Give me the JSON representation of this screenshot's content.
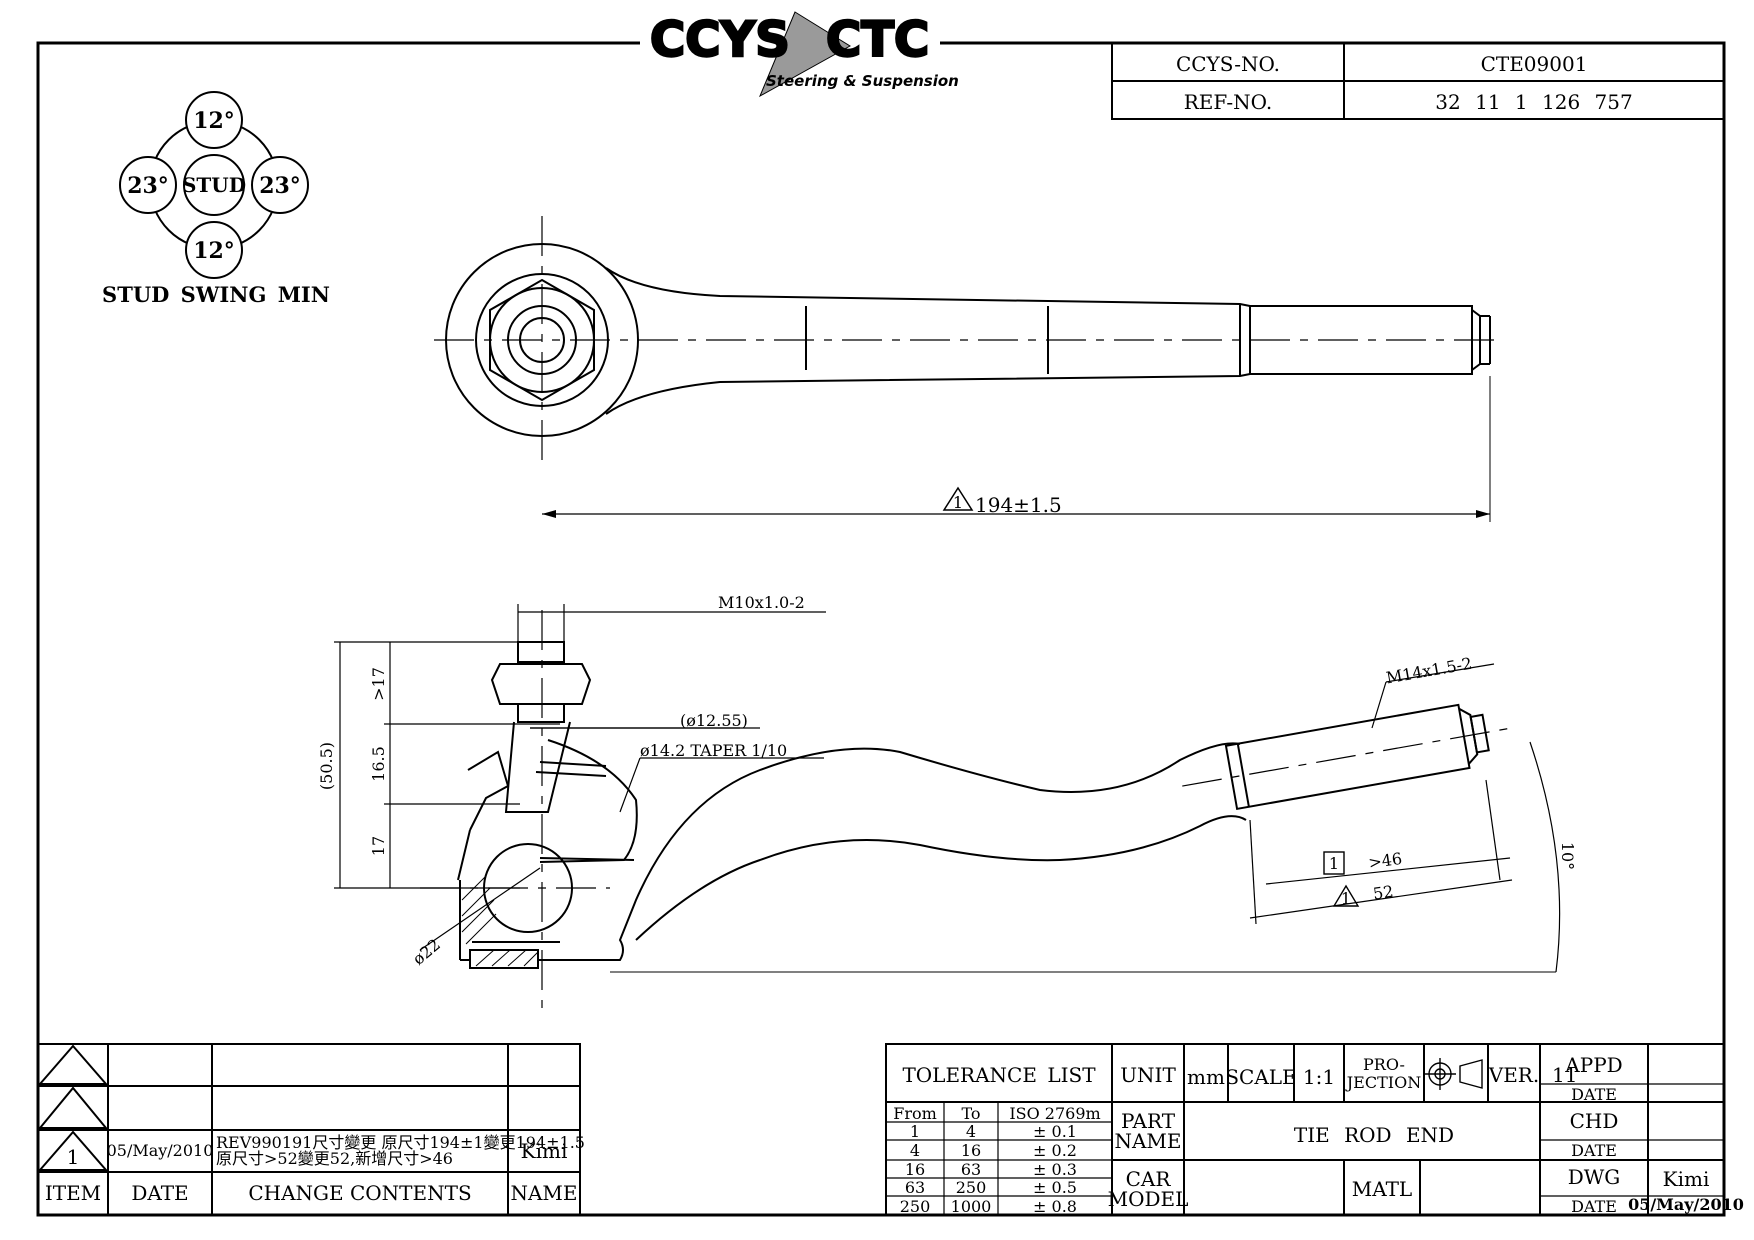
{
  "logo": {
    "left": "CCYS",
    "right": "CTC",
    "tagline": "Steering & Suspension"
  },
  "header": {
    "ccys_label": "CCYS-NO.",
    "ccys_value": "CTE09001",
    "ref_label": "REF-NO.",
    "ref_value": "32 11 1 126 757"
  },
  "swing": {
    "top": "12°",
    "bottom": "12°",
    "left": "23°",
    "right": "23°",
    "center": "STUD",
    "caption": "STUD SWING MIN"
  },
  "dims": {
    "overall_mark": "1",
    "overall": "194±1.5",
    "thread_top": "M10x1.0-2",
    "dia_a": "(ø12.55)",
    "taper": "ø14.2 TAPER 1/10",
    "h_total": "(50.5)",
    "h1": ">17",
    "h2": "16.5",
    "h3": "17",
    "ball": "ø22",
    "thread_rod": "M14x1.5-2",
    "len_min_mark": "1",
    "len_min": ">46",
    "len_mark": "1",
    "len": "52",
    "angle": "10°"
  },
  "revisions": {
    "rows": [
      {
        "item": "",
        "date": "",
        "change": "",
        "name": ""
      },
      {
        "item": "",
        "date": "",
        "change": "",
        "name": ""
      },
      {
        "item": "1",
        "date": "05/May/2010",
        "change1": "REV990191尺寸變更 原尺寸194±1變更194±1.5",
        "change2": "原尺寸>52變更52,新增尺寸>46",
        "name": "Kimi"
      }
    ],
    "headers": {
      "item": "ITEM",
      "date": "DATE",
      "change": "CHANGE CONTENTS",
      "name": "NAME"
    }
  },
  "tolerance": {
    "title": "TOLERANCE LIST",
    "headers": [
      "From",
      "To",
      "ISO 2769m"
    ],
    "rows": [
      [
        "1",
        "4",
        "± 0.1"
      ],
      [
        "4",
        "16",
        "± 0.2"
      ],
      [
        "16",
        "63",
        "± 0.3"
      ],
      [
        "63",
        "250",
        "± 0.5"
      ],
      [
        "250",
        "1000",
        "± 0.8"
      ]
    ]
  },
  "titleblock": {
    "unit_label": "UNIT",
    "unit_value": "mm",
    "scale_label": "SCALE",
    "scale_value": "1:1",
    "proj_label1": "PRO-",
    "proj_label2": "JECTION",
    "ver_label": "VER.",
    "ver_value": "11",
    "part_label1": "PART",
    "part_label2": "NAME",
    "part_value": "TIE ROD END",
    "car_label1": "CAR",
    "car_label2": "MODEL",
    "car_value": "",
    "matl_label": "MATL",
    "matl_value": "",
    "appd": "APPD",
    "appd_date": "DATE",
    "chd": "CHD",
    "chd_date": "DATE",
    "dwg": "DWG",
    "dwg_value": "Kimi",
    "dwg_date": "DATE",
    "dwg_date_value": "05/May/2010"
  }
}
